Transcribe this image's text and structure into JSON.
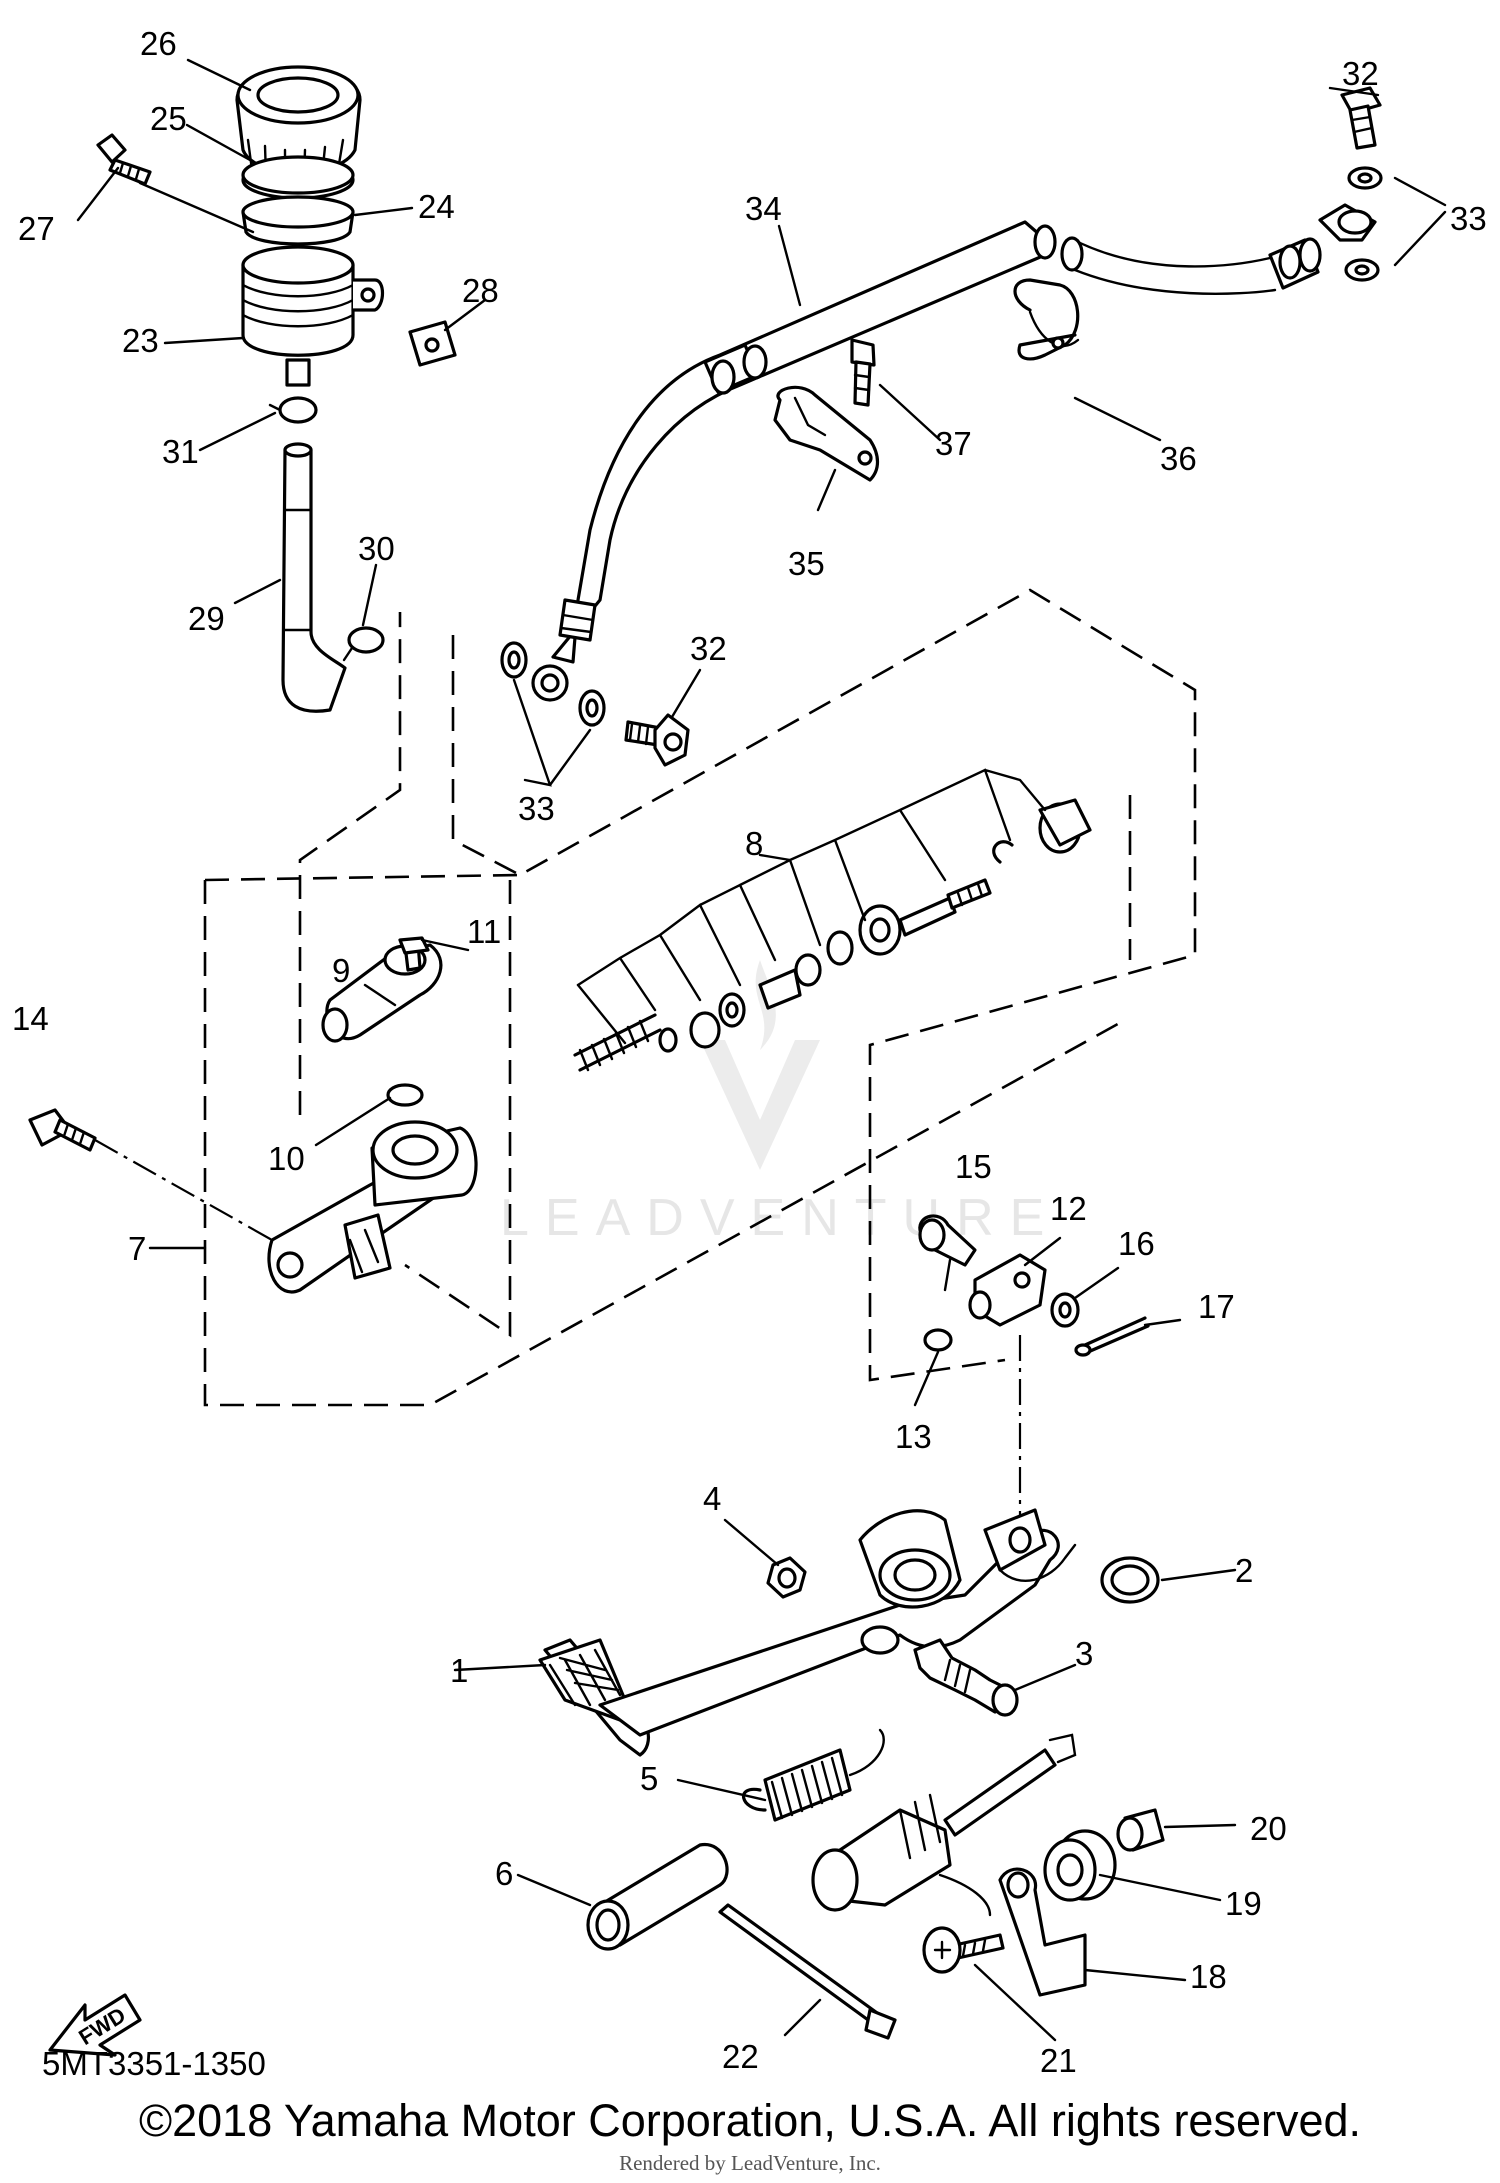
{
  "watermark": {
    "brand": "LEADVENTURE"
  },
  "fwd_label": "FWD",
  "diagram_code": "5MT3351-1350",
  "copyright": "©2018 Yamaha Motor Corporation, U.S.A. All rights reserved.",
  "rendered_by": "Rendered by LeadVenture, Inc.",
  "callouts": {
    "c1": "1",
    "c2": "2",
    "c3": "3",
    "c4": "4",
    "c5": "5",
    "c6": "6",
    "c7": "7",
    "c8": "8",
    "c9": "9",
    "c10": "10",
    "c11": "11",
    "c12": "12",
    "c13": "13",
    "c14": "14",
    "c15": "15",
    "c16": "16",
    "c17": "17",
    "c18": "18",
    "c19": "19",
    "c20": "20",
    "c21": "21",
    "c22": "22",
    "c23": "23",
    "c24": "24",
    "c25": "25",
    "c26": "26",
    "c27": "27",
    "c28": "28",
    "c29": "29",
    "c30": "30",
    "c31": "31",
    "c32a": "32",
    "c32b": "32",
    "c33a": "33",
    "c33b": "33",
    "c34": "34",
    "c35": "35",
    "c36": "36",
    "c37": "37"
  }
}
